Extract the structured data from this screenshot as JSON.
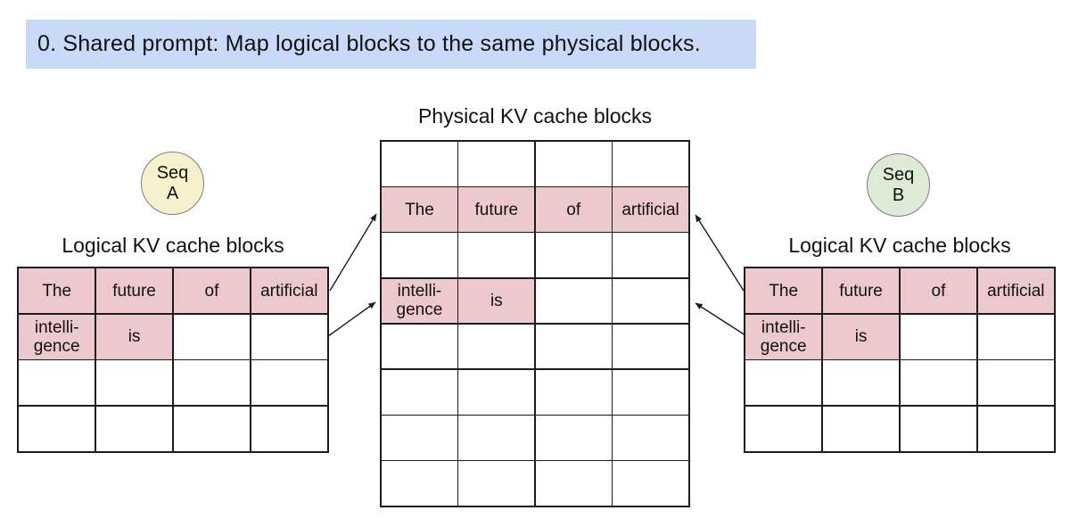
{
  "banner": {
    "text": "0. Shared prompt: Map logical blocks to the same physical blocks."
  },
  "physical_table": {
    "title": "Physical KV cache blocks",
    "row2": [
      "The",
      "future",
      "of",
      "artificial"
    ],
    "row4": [
      [
        "intelli-",
        "gence"
      ],
      "is"
    ]
  },
  "seq_a": {
    "line1": "Seq",
    "line2": "A"
  },
  "seq_b": {
    "line1": "Seq",
    "line2": "B"
  },
  "logical_a": {
    "title": "Logical KV cache blocks",
    "row1": [
      "The",
      "future",
      "of",
      "artificial"
    ],
    "row2": [
      [
        "intelli-",
        "gence"
      ],
      "is"
    ]
  },
  "logical_b": {
    "title": "Logical KV cache blocks",
    "row1": [
      "The",
      "future",
      "of",
      "artificial"
    ],
    "row2": [
      [
        "intelli-",
        "gence"
      ],
      "is"
    ]
  },
  "colors": {
    "banner_bg": "#c9daf8",
    "cell_pink": "#ebc9cc",
    "seq_a_fill": "#f7f0cd",
    "seq_b_fill": "#dcead6",
    "line_color": "#1c1c1c"
  }
}
